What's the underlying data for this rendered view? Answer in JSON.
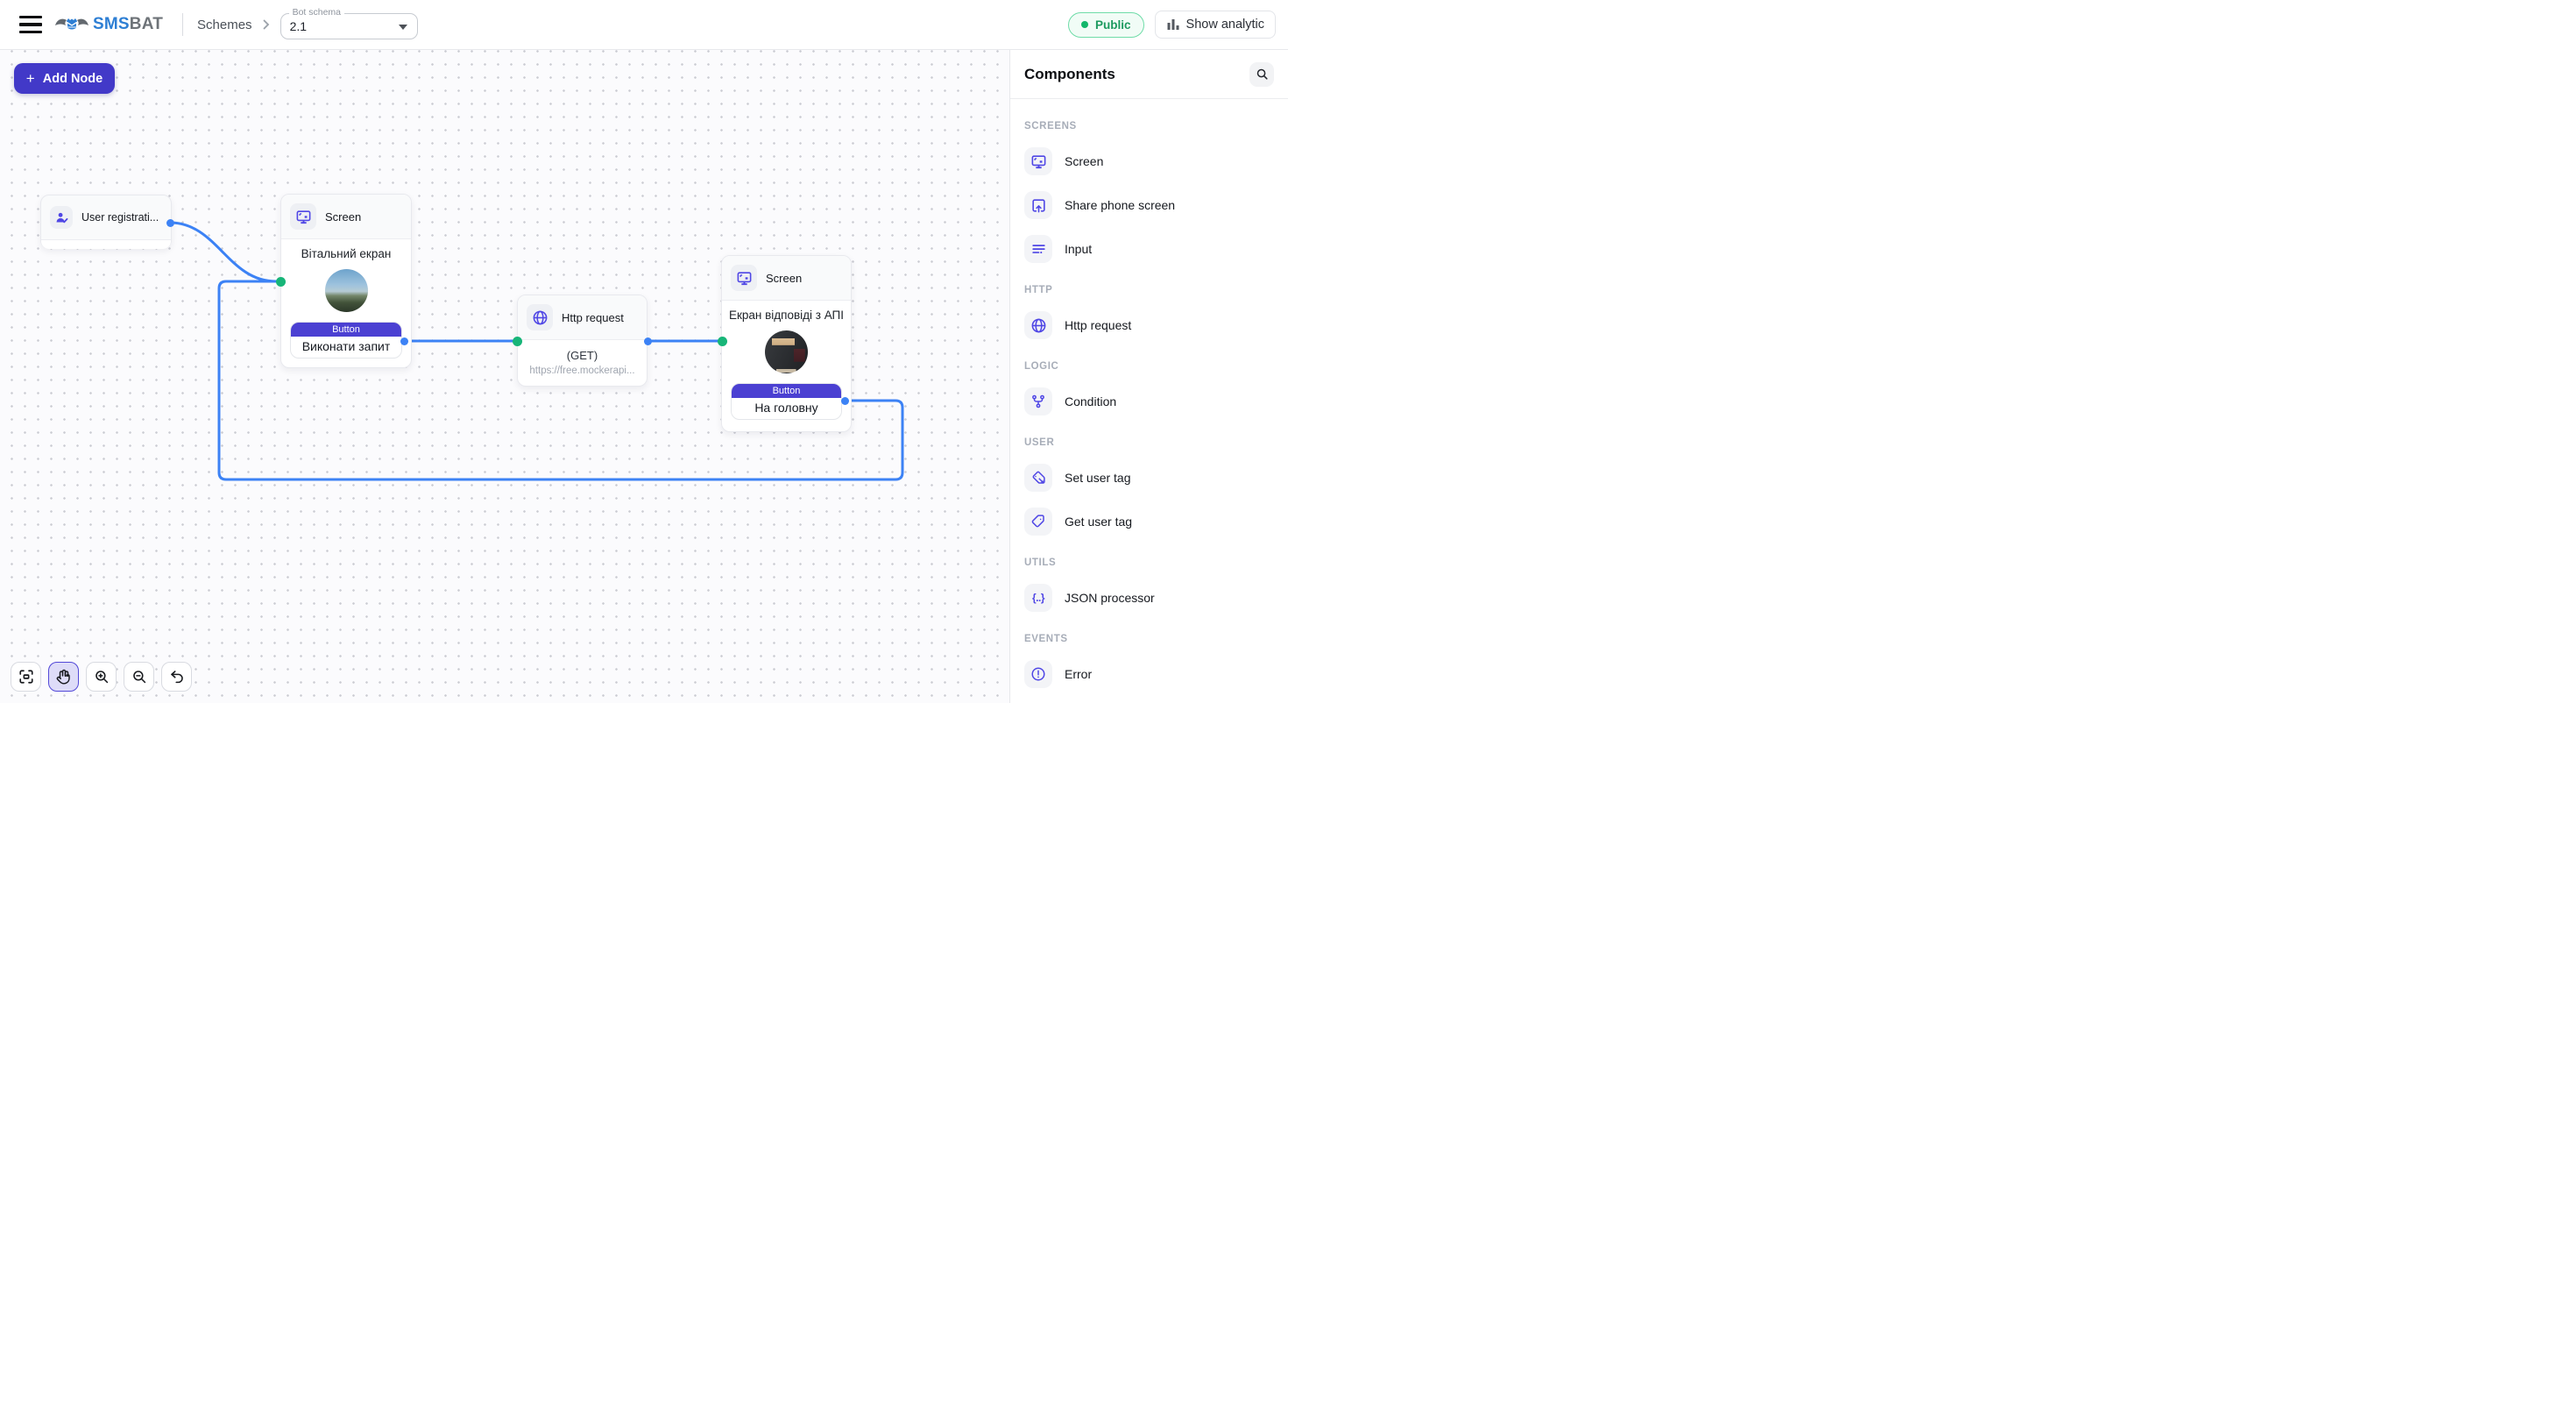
{
  "topbar": {
    "logo": {
      "sms": "SMS",
      "bat": "BAT"
    },
    "breadcrumb": "Schemes",
    "bot_schema": {
      "label": "Bot schema",
      "value": "2.1"
    },
    "status_badge": "Public",
    "analytics_button": "Show analytic"
  },
  "canvas": {
    "add_node_plus": "+",
    "add_node_label": "Add Node",
    "nodes": {
      "user_registration": {
        "title": "User registrati..."
      },
      "screen_welcome": {
        "title": "Screen",
        "body_title": "Вітальний екран",
        "button_label": "Button",
        "button_text": "Виконати запит"
      },
      "http_request": {
        "title": "Http request",
        "method": "(GET)",
        "url": "https://free.mockerapi..."
      },
      "screen_api": {
        "title": "Screen",
        "body_title": "Екран відповіді з АПІ",
        "button_label": "Button",
        "button_text": "На головну"
      }
    },
    "connections": [
      {
        "from": "user_registration",
        "to": "screen_welcome"
      },
      {
        "from": "screen_welcome.button",
        "to": "http_request"
      },
      {
        "from": "http_request",
        "to": "screen_api"
      },
      {
        "from": "screen_api.button",
        "to": "screen_welcome"
      }
    ],
    "toolbar": [
      "fit-view",
      "pan",
      "zoom-in",
      "zoom-out",
      "undo"
    ]
  },
  "sidebar": {
    "title": "Components",
    "sections": [
      {
        "label": "SCREENS",
        "items": [
          {
            "label": "Screen",
            "icon": "screen-icon"
          },
          {
            "label": "Share phone screen",
            "icon": "share-phone-screen-icon"
          },
          {
            "label": "Input",
            "icon": "input-icon"
          }
        ]
      },
      {
        "label": "HTTP",
        "items": [
          {
            "label": "Http request",
            "icon": "globe-icon"
          }
        ]
      },
      {
        "label": "LOGIC",
        "items": [
          {
            "label": "Condition",
            "icon": "branch-icon"
          }
        ]
      },
      {
        "label": "USER",
        "items": [
          {
            "label": "Set user tag",
            "icon": "set-user-tag-icon"
          },
          {
            "label": "Get user tag",
            "icon": "get-user-tag-icon"
          }
        ]
      },
      {
        "label": "UTILS",
        "items": [
          {
            "label": "JSON processor",
            "icon": "json-icon",
            "glyph": "{..}"
          }
        ]
      },
      {
        "label": "EVENTS",
        "items": [
          {
            "label": "Error",
            "icon": "error-icon"
          }
        ]
      }
    ]
  },
  "colors": {
    "accent_indigo": "#4b40d2",
    "add_node_indigo": "#4239c8",
    "edge_blue": "#3c82f5",
    "port_green": "#17b578",
    "badge_green": "#12b76a",
    "logo_blue": "#2e7fd4",
    "logo_gray": "#6e7378"
  }
}
